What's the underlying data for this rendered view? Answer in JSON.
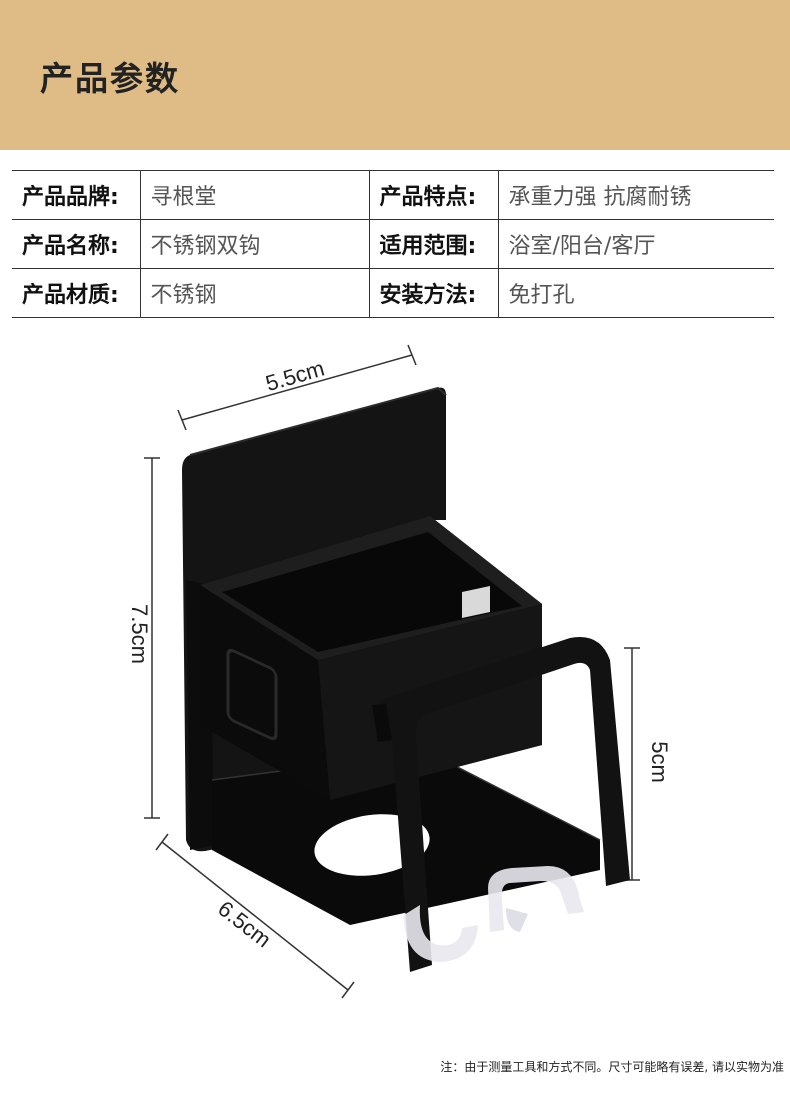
{
  "header": {
    "title": "产品参数"
  },
  "specs": {
    "brand_label": "产品品牌:",
    "brand_value": "寻根堂",
    "feature_label": "产品特点:",
    "feature_value": "承重力强 抗腐耐锈",
    "name_label": "产品名称:",
    "name_value": "不锈钢双钩",
    "scope_label": "适用范围:",
    "scope_value": "浴室/阳台/客厅",
    "material_label": "产品材质:",
    "material_value": "不锈钢",
    "install_label": "安装方法:",
    "install_value": "免打孔"
  },
  "dimensions": {
    "width": "5.5cm",
    "height": "7.5cm",
    "depth": "6.5cm",
    "hook_height": "5cm"
  },
  "colors": {
    "banner": "#dfbb86",
    "product": "#111111"
  },
  "footer": {
    "note": "注：由于测量工具和方式不同。尺寸可能略有误差, 请以实物为准"
  }
}
